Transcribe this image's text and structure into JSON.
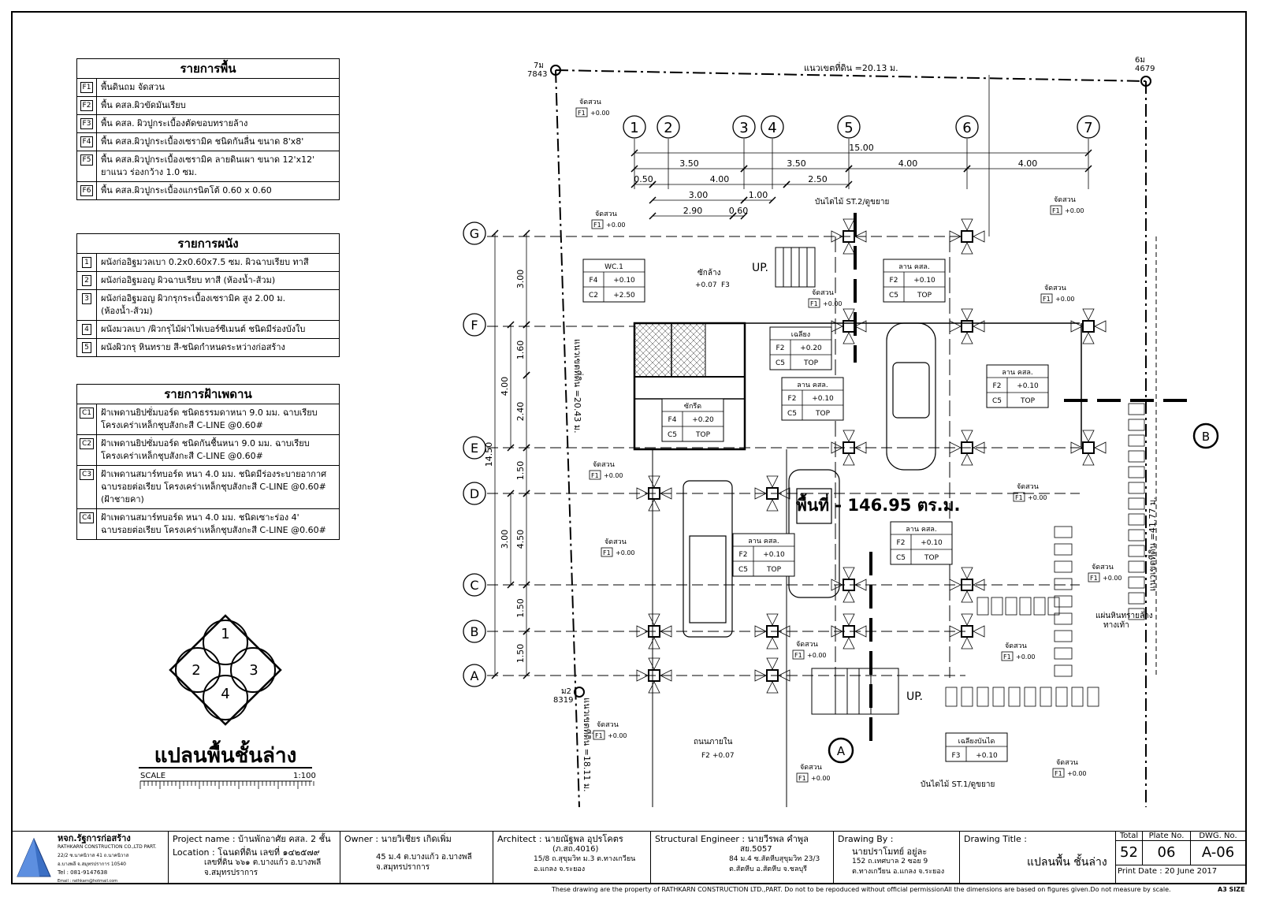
{
  "floor_legend": {
    "title": "รายการพื้น",
    "items": [
      {
        "code": "F1",
        "lines": [
          "พื้นดินถม จัดสวน"
        ]
      },
      {
        "code": "F2",
        "lines": [
          "พื้น คสล.ผิวขัดมันเรียบ"
        ]
      },
      {
        "code": "F3",
        "lines": [
          "พื้น คสล. ผิวปูกระเบื้องตัดขอบทรายล้าง"
        ]
      },
      {
        "code": "F4",
        "lines": [
          "พื้น คสล.ผิวปูกระเบื้องเซรามิค ชนิดกันลื่น ขนาด 8'x8'"
        ]
      },
      {
        "code": "F5",
        "lines": [
          "พื้น คสล.ผิวปูกระเบื้องเซรามิค ลายดินเผา ขนาด 12'x12'",
          "ยาแนว ร่องกว้าง 1.0 ซม."
        ]
      },
      {
        "code": "F6",
        "lines": [
          "พื้น คสล.ผิวปูกระเบื้องแกรนิตโต้ 0.60 x 0.60"
        ]
      }
    ]
  },
  "wall_legend": {
    "title": "รายการผนัง",
    "items": [
      {
        "code": "1",
        "lines": [
          "ผนังก่ออิฐมวลเบา 0.2x0.60x7.5 ซม. ผิวฉาบเรียบ ทาสี"
        ]
      },
      {
        "code": "2",
        "lines": [
          "ผนังก่ออิฐมอญ ผิวฉาบเรียบ ทาสี (ห้องน้ำ-ส้วม)"
        ]
      },
      {
        "code": "3",
        "lines": [
          "ผนังก่ออิฐมอญ ผิวกรุกระเบื้องเซรามิค สูง 2.00 ม.",
          "(ห้องน้ำ-ส้วม)"
        ]
      },
      {
        "code": "4",
        "lines": [
          "ผนังมวลเบา /ผิวกรุไม้ฝาไฟเบอร์ซีเมนต์ ชนิดมีร่องบังใบ"
        ]
      },
      {
        "code": "5",
        "lines": [
          "ผนังผิวกรุ หินทราย สี-ชนิดกำหนดระหว่างก่อสร้าง"
        ]
      }
    ]
  },
  "ceiling_legend": {
    "title": "รายการฝ้าเพดาน",
    "items": [
      {
        "code": "C1",
        "lines": [
          "ฝ้าเพดานยิปซั่มบอร์ด ชนิดธรรมดาหนา 9.0 มม. ฉาบเรียบ",
          "โครงเคร่าเหล็กชุบสังกะสี C-LINE @0.60#"
        ]
      },
      {
        "code": "C2",
        "lines": [
          "ฝ้าเพดานยิปซั่มบอร์ด ชนิดกันชื้นหนา 9.0 มม. ฉาบเรียบ",
          "โครงเคร่าเหล็กชุบสังกะสี C-LINE @0.60#"
        ]
      },
      {
        "code": "C3",
        "lines": [
          "ฝ้าเพดานสมาร์ทบอร์ด หนา 4.0 มม. ชนิดมีร่องระบายอากาศ",
          "ฉาบรอยต่อเรียบ โครงเคร่าเหล็กชุบสังกะสี C-LINE @0.60#",
          "(ฝ้าชายคา)"
        ]
      },
      {
        "code": "C4",
        "lines": [
          "ฝ้าเพดานสมาร์ทบอร์ด หนา 4.0 มม. ชนิดเซาะร่อง 4'",
          "ฉาบรอยต่อเรียบ โครงเคร่าเหล็กชุบสังกะสี C-LINE @0.60#"
        ]
      }
    ]
  },
  "key_numbers": [
    "1",
    "2",
    "3",
    "4"
  ],
  "plan_title": "แปลนพื้นชั้นล่าง",
  "scale_label": "SCALE",
  "scale_value": "1:100",
  "area_text": "พื้นที่ - 146.95 ตร.ม.",
  "grid_columns": [
    "1",
    "2",
    "3",
    "4",
    "5",
    "6",
    "7"
  ],
  "grid_rows": [
    "G",
    "F",
    "E",
    "D",
    "C",
    "B",
    "A"
  ],
  "top_dims": {
    "total": "15.00",
    "row1": [
      "3.50",
      "3.50",
      "4.00",
      "4.00"
    ],
    "row2": [
      "0.50",
      "4.00",
      "2.50"
    ],
    "row3": [
      "3.00",
      "1.00"
    ],
    "row4": [
      "2.90",
      "0.60"
    ]
  },
  "left_dims": {
    "total": "14.50",
    "outer": [
      "3.00",
      "1.60",
      "2.40",
      "1.50",
      "4.50",
      "1.50",
      "1.50"
    ],
    "inner_a": "4.00",
    "inner_b": "3.00"
  },
  "boundary": {
    "top": "แนวเขตที่ดิน =20.13 ม.",
    "left": "แนวเขตที่ดิน =20.43 ม.",
    "right": "แนวเขตที่ดิน =41.77 ม.",
    "bottom_left": "แนวเขตที่ดิน =18.11 ม."
  },
  "pegs": [
    {
      "name": "7ม",
      "code": "7843"
    },
    {
      "name": "6ม",
      "code": "4679"
    },
    {
      "name": "ม2",
      "code": "8319"
    }
  ],
  "garden_label": "จัดสวน",
  "garden_tag": "F1",
  "garden_level": "+0.00",
  "rooms": {
    "wc": {
      "name": "WC.1",
      "floor": "F4",
      "level": "+0.10",
      "ceil": "C2",
      "ceil_h": "+2.50"
    },
    "wash": {
      "name": "ซักล้าง",
      "level": "+0.07",
      "floor": "F3"
    },
    "terrace": {
      "name": "เฉลียง",
      "floor": "F2",
      "level": "+0.20",
      "ceil": "C5",
      "ceil_h": "TOP"
    },
    "pantry": {
      "name": "ซักรีด",
      "floor": "F4",
      "level": "+0.20",
      "ceil": "C5",
      "ceil_h": "TOP"
    },
    "yard_name": "ลาน คสล.",
    "yard_floor": "F2",
    "yard_level": "+0.10",
    "yard_ceil": "C5",
    "yard_top": "TOP",
    "road": {
      "name": "ถนนภายใน",
      "floor": "F2",
      "level": "+0.07"
    },
    "porch": {
      "name": "เฉลียงบันได",
      "floor": "F3",
      "level": "+0.10"
    }
  },
  "annotations": {
    "stair_top": "บันไดไม้ ST.2/ดูขยาย",
    "stair_bottom": "บันไดไม้ ST.1/ดูขยาย",
    "stone": "แผ่นหินทรายล้าง",
    "stone2": "ทางเท้า",
    "up": "UP."
  },
  "section_a": "A",
  "section_b": "B",
  "title_block": {
    "company": "หจก.รัฐการก่อสร้าง",
    "company_en": "RATHKARN CONSTRUCTION CO.,LTD PART.",
    "company_addr1": "22/2 ซ.นาคนิวาส 41 ถ.นาคนิวาส",
    "company_addr2": "อ.บางพลี จ.สมุทรปราการ 10540",
    "company_tel": "Tel : 081-9147638",
    "company_email": "Email : rathkarn@hotmail.com",
    "project_label": "Project name :",
    "project_value": "บ้านพักอาศัย คสล. 2 ชั้น",
    "location_label": "Location :",
    "location_l1": "โฉนดที่ดิน เลขที่ ๑๔๒๕๗๙",
    "location_l2": "เลขที่ดิน ๖๖๑ ต.บางแก้ว อ.บางพลี",
    "location_l3": "จ.สมุทรปราการ",
    "owner_label": "Owner :",
    "owner_value": "นายวิเชียร เกิดเพิ่ม",
    "owner_addr1": "45 ม.4 ต.บางแก้ว อ.บางพลี",
    "owner_addr2": "จ.สมุทรปราการ",
    "architect_label": "Architect :",
    "architect_value": "นายณัฐพล อุปรโคตร",
    "architect_lic": "(ภ.สถ.4016)",
    "architect_addr1": "15/8 ถ.สุขุมวิท ม.3 ต.ทางเกวียน",
    "architect_addr2": "อ.แกลง จ.ระยอง",
    "struct_label": "Structural Engineer :",
    "struct_value": "นายวีรพล คำพูล",
    "struct_lic": "สย.5057",
    "struct_addr1": "84 ม.4 ซ.สัตหีบสุขุมวิท 23/3",
    "struct_addr2": "ต.สัตหีบ อ.สัตหีบ จ.ชลบุรี",
    "drawn_label": "Drawing By :",
    "drawn_value": "นายปราโมทย์ อยู่ละ",
    "drawn_addr1": "152 ถ.เทศบาล 2 ซอย 9",
    "drawn_addr2": "ต.ทางเกวียน อ.แกลง จ.ระยอง",
    "title_label": "Drawing Title :",
    "title_value": "แปลนพื้น ชั้นล่าง",
    "total_label": "Total",
    "total_value": "52",
    "plate_label": "Plate No.",
    "plate_value": "06",
    "dwg_label": "DWG. No.",
    "dwg_value": "A-06",
    "print_date": "Print Date : 20 June 2017"
  },
  "footer_note": "These drawing are the property of RATHKARN CONSTRUCTION LTD.,PART. Do not to be repoduced without official permissionAll the dimensions are based on figures given.Do not measure by scale.",
  "sheet_size": "A3 SIZE"
}
